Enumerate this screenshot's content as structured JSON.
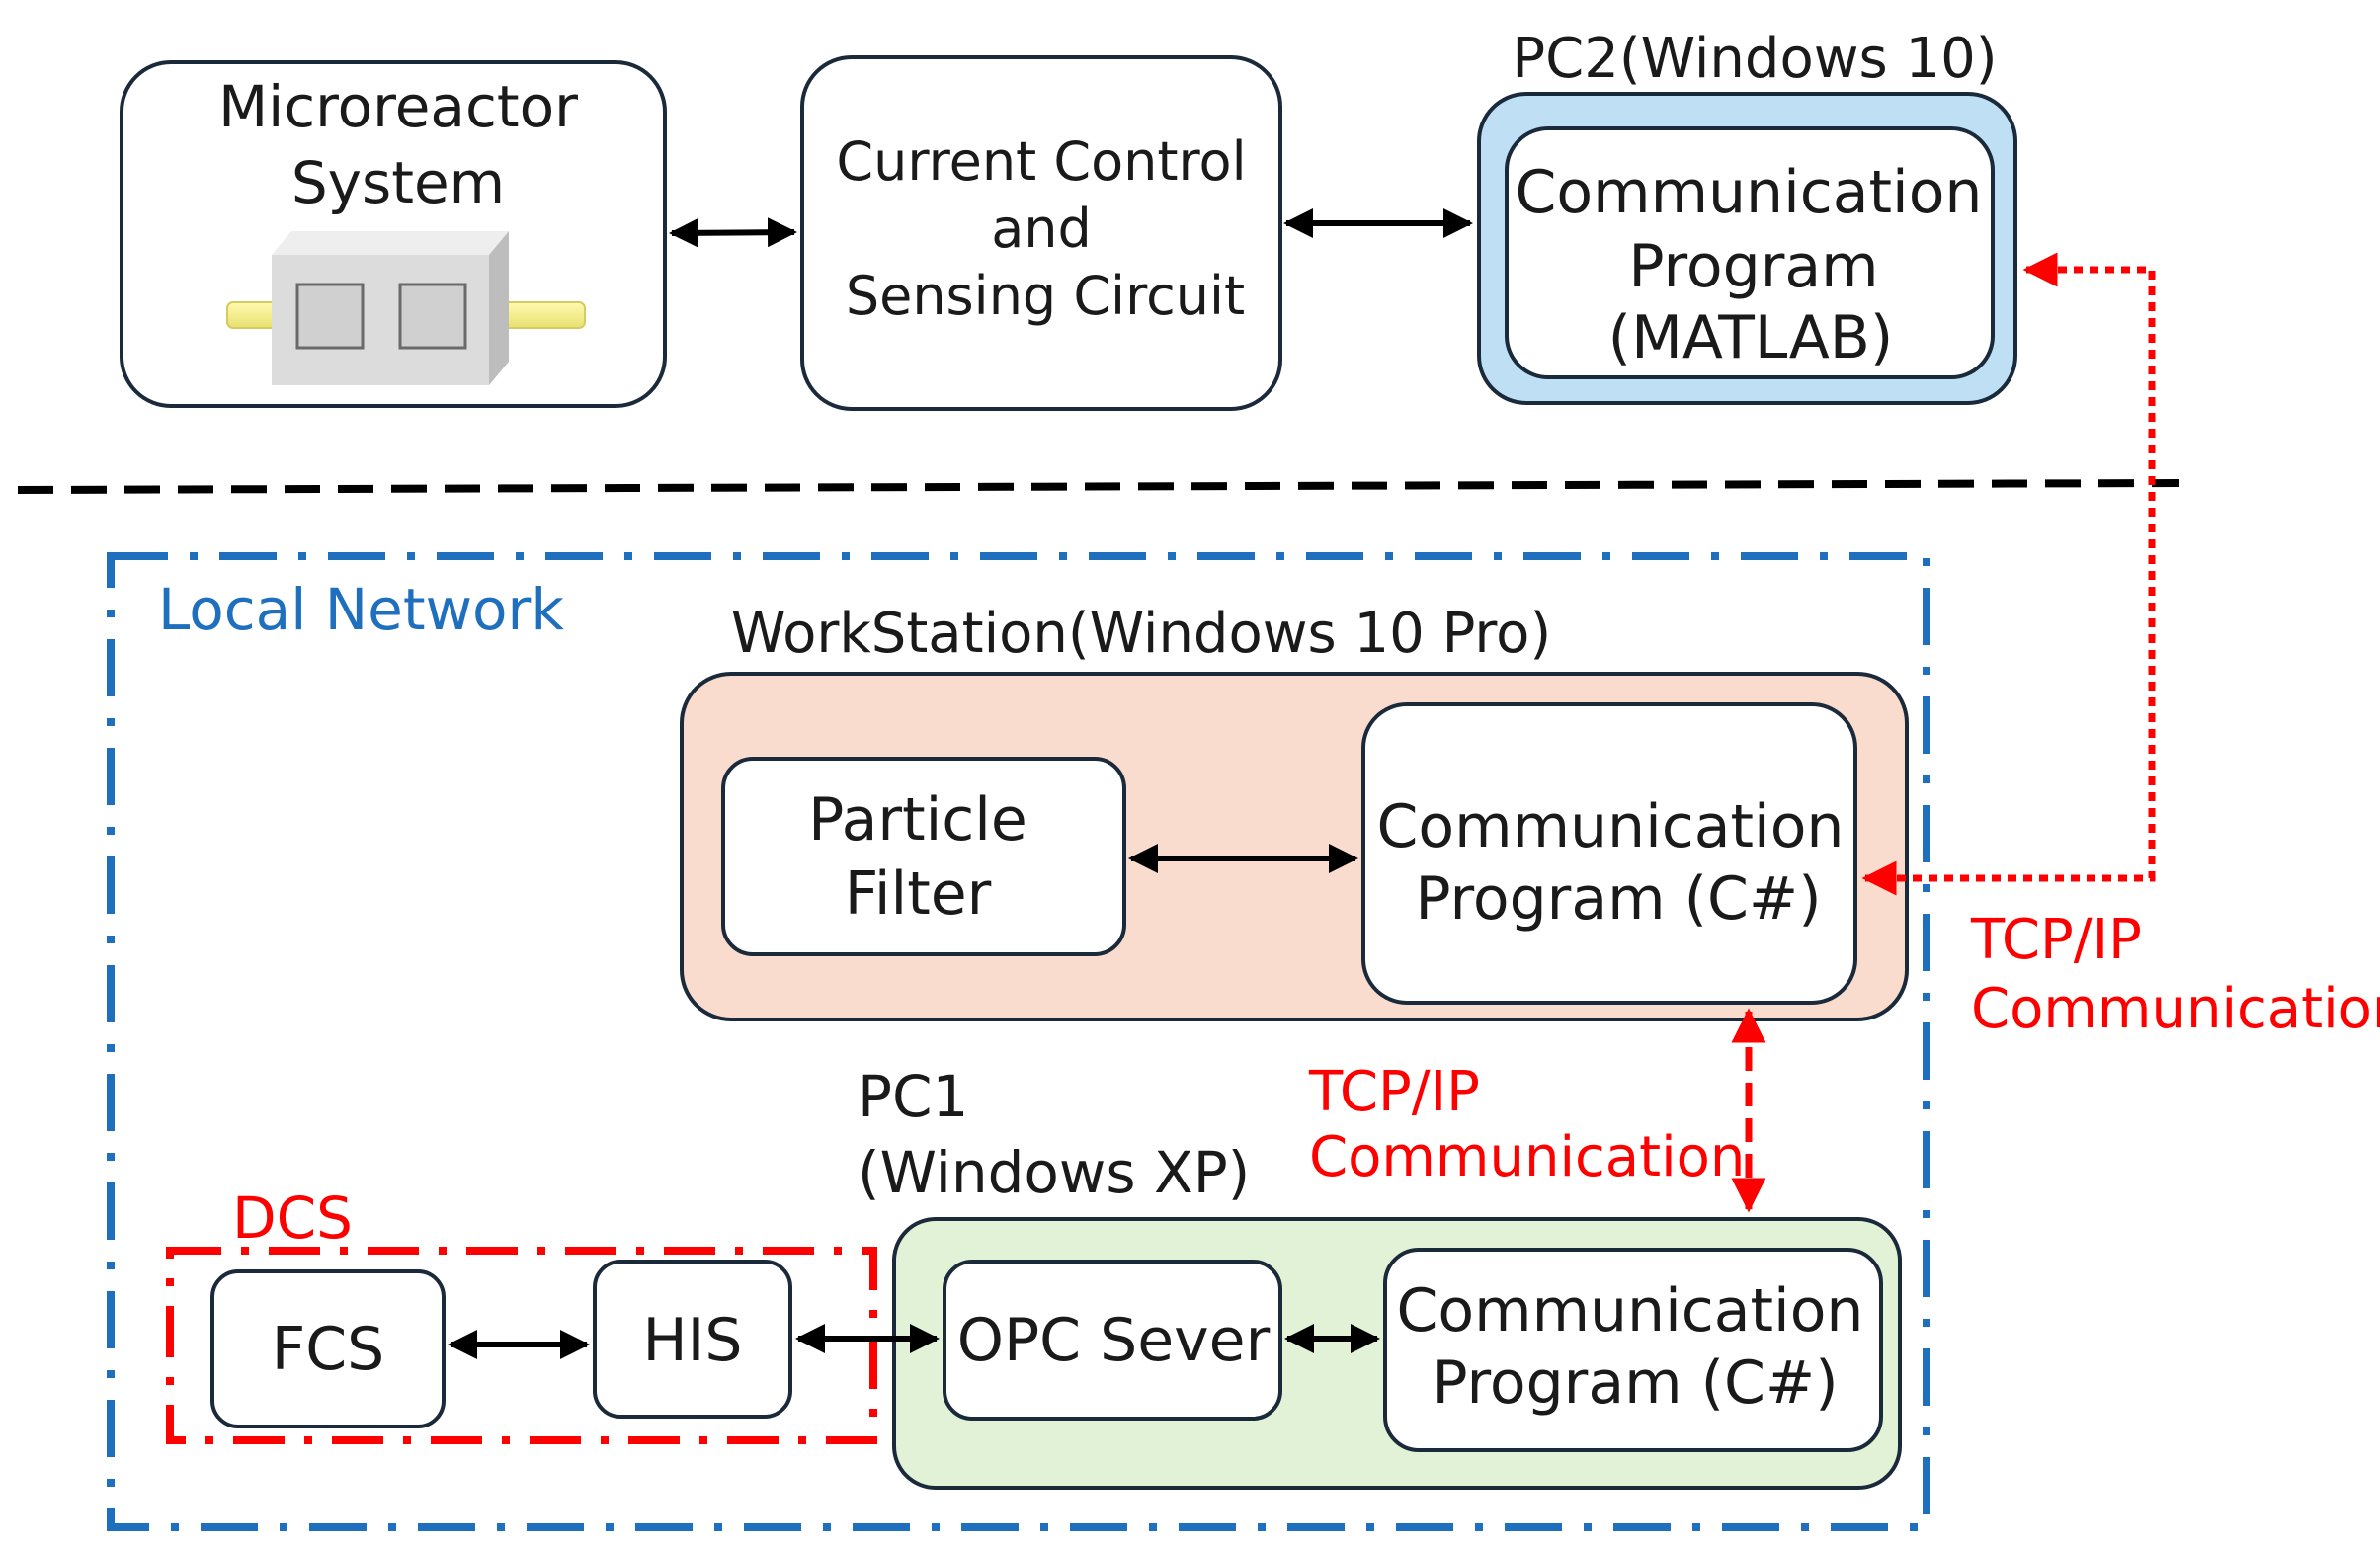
{
  "top": {
    "microreactor": {
      "line1": "Microreactor",
      "line2": "System"
    },
    "circuit": {
      "line1": "Current Control",
      "line2": "and",
      "line3": "Sensing Circuit"
    },
    "pc2": {
      "title": "PC2(Windows 10)",
      "program": {
        "line1": "Communication",
        "line2": "Program",
        "line3": "(MATLAB)"
      }
    }
  },
  "network": {
    "title": "Local Network",
    "workstation": {
      "title": "WorkStation(Windows 10 Pro)",
      "filter": {
        "line1": "Particle",
        "line2": "Filter"
      },
      "program": {
        "line1": "Communication",
        "line2": "Program (C#)"
      }
    },
    "pc1": {
      "title_line1": "PC1",
      "title_line2": "(Windows XP)",
      "opc": "OPC Sever",
      "program": {
        "line1": "Communication",
        "line2": "Program (C#)"
      }
    },
    "dcs": {
      "title": "DCS",
      "fcs": "FCS",
      "his": "HIS"
    }
  },
  "links": {
    "tcp_internal": {
      "line1": "TCP/IP",
      "line2": "Communication"
    },
    "tcp_external": {
      "line1": "TCP/IP",
      "line2": "Communication"
    }
  },
  "colors": {
    "pc2_fill": "#bfe0f4",
    "workstation_fill": "#f9dccd",
    "pc1_fill": "#e2f2d6",
    "network_border": "#1f6fbf",
    "tcp_red": "#ff0000"
  }
}
